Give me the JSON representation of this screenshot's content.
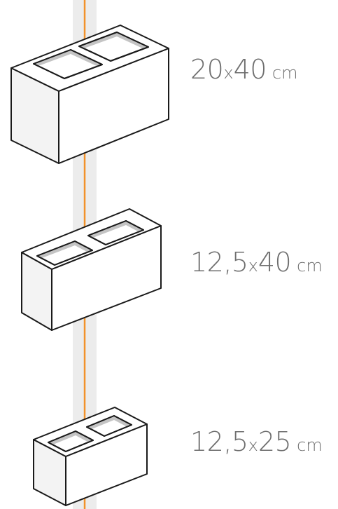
{
  "blocks": [
    {
      "width": "20",
      "separator": "x",
      "length": "40",
      "unit": "cm"
    },
    {
      "width": "12,5",
      "separator": "x",
      "length": "40",
      "unit": "cm"
    },
    {
      "width": "12,5",
      "separator": "x",
      "length": "25",
      "unit": "cm"
    }
  ],
  "colors": {
    "stroke": "#1a1a1a",
    "face_top": "#ffffff",
    "face_side": "#f3f3f3",
    "cavity_dark": "#c4c4c4",
    "guide_band": "#ececec",
    "guide_line": "#f2922a",
    "label_text": "#6e6e6e"
  }
}
